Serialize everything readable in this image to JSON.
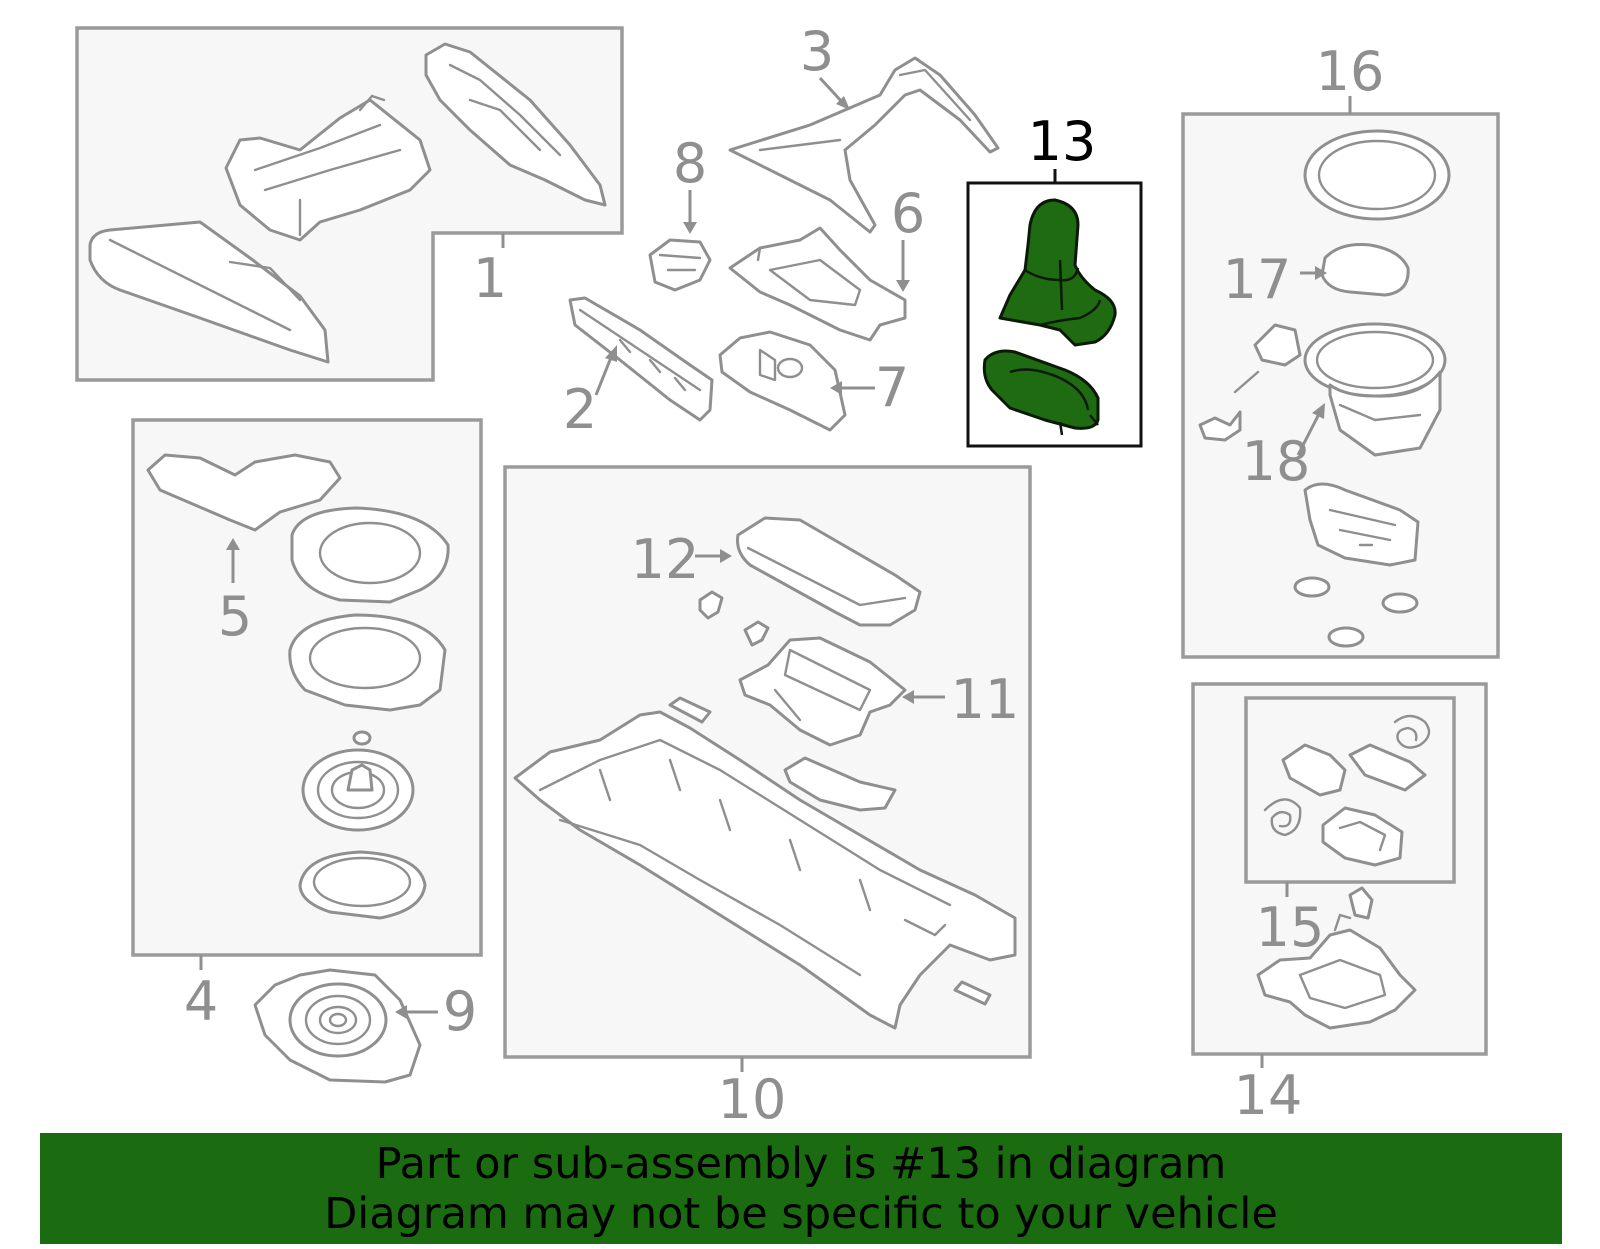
{
  "diagram": {
    "highlighted_part": "13",
    "callouts": [
      "1",
      "2",
      "3",
      "4",
      "5",
      "6",
      "7",
      "8",
      "9",
      "10",
      "11",
      "12",
      "13",
      "14",
      "15",
      "16",
      "17",
      "18"
    ],
    "highlight_color": "#1f6b12"
  },
  "banner": {
    "line1": "Part or sub-assembly is #13 in diagram",
    "line2": "Diagram may not be specific to your vehicle",
    "background": "#1b6b10"
  }
}
